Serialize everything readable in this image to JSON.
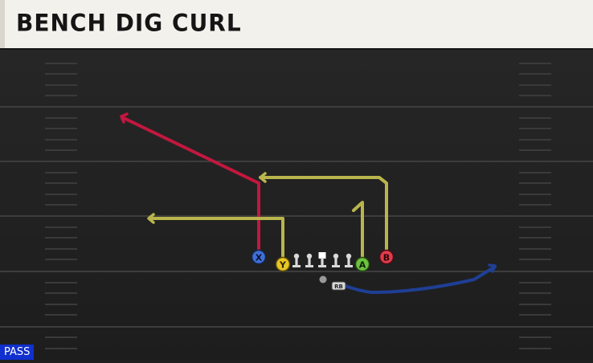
{
  "play": {
    "title": "BENCH DIG CURL",
    "type_badge": "PASS"
  },
  "players": {
    "x": "X",
    "y": "Y",
    "a": "A",
    "b": "B",
    "rb": "RB"
  },
  "colors": {
    "red_route": "#c3173f",
    "yellow_route": "#b9b54c",
    "blue_route": "#1f3f95",
    "x_player": "#3f6fd6",
    "y_player": "#e8c526",
    "a_player": "#6cc33e",
    "b_player": "#e23b4b",
    "badge": "#1030d0"
  },
  "icons": {
    "lineman": "lineman-icon",
    "center": "center-icon",
    "qb": "quarterback-icon"
  }
}
